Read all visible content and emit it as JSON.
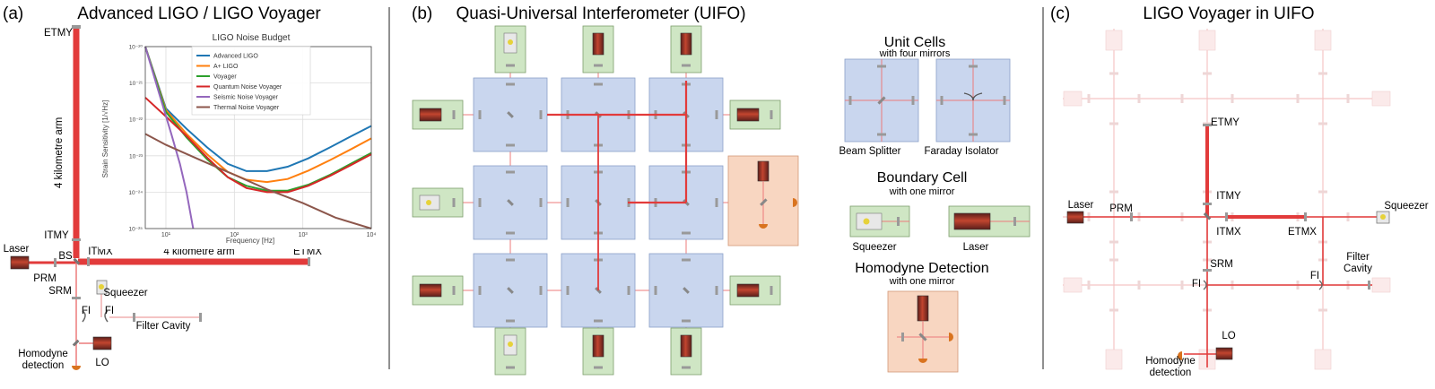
{
  "panel_a": {
    "letter": "(a)",
    "title": "Advanced LIGO / LIGO Voyager",
    "labels": {
      "etmy": "ETMY",
      "itmy": "ITMY",
      "itmx": "ITMX",
      "etmx": "ETMX",
      "laser": "Laser",
      "bs": "BS",
      "prm": "PRM",
      "srm": "SRM",
      "squeezer": "Squeezer",
      "fi1": "FI",
      "fi2": "FI",
      "filter_cavity": "Filter Cavity",
      "homodyne": "Homodyne\ndetection",
      "lo": "LO",
      "arm_y": "4 kilometre arm",
      "arm_x": "4 kilometre arm"
    }
  },
  "chart_data": {
    "type": "line",
    "title": "LIGO Noise Budget",
    "xlabel": "Frequency [Hz]",
    "ylabel": "Strain Sensitivity [1/√Hz]",
    "xscale": "log",
    "yscale": "log",
    "xlim": [
      5,
      10000
    ],
    "ylim": [
      1e-25,
      1e-20
    ],
    "x_ticks": [
      "10¹",
      "10²",
      "10³",
      "10⁴"
    ],
    "y_ticks": [
      "10⁻²⁰",
      "10⁻²¹",
      "10⁻²²",
      "10⁻²³",
      "10⁻²⁴",
      "10⁻²⁵"
    ],
    "grid": true,
    "legend": "top-right",
    "series": [
      {
        "name": "Advanced LIGO",
        "color": "#1f77b4",
        "x": [
          5,
          10,
          20,
          40,
          80,
          150,
          300,
          600,
          1200,
          2500,
          5000,
          10000
        ],
        "y": [
          1.5e-20,
          2e-22,
          5.5e-23,
          1.7e-23,
          6e-24,
          3.8e-24,
          3.8e-24,
          5e-24,
          8.5e-24,
          1.7e-23,
          3.4e-23,
          6.6e-23
        ]
      },
      {
        "name": "A+ LIGO",
        "color": "#ff7f0e",
        "x": [
          5,
          10,
          20,
          40,
          80,
          150,
          300,
          600,
          1200,
          2500,
          5000,
          10000
        ],
        "y": [
          1.3e-20,
          1.8e-22,
          4e-23,
          1.1e-23,
          3.6e-24,
          2.2e-24,
          1.9e-24,
          2.3e-24,
          3.9e-24,
          7.6e-24,
          1.5e-23,
          3e-23
        ]
      },
      {
        "name": "Voyager",
        "color": "#2ca02c",
        "x": [
          5,
          10,
          20,
          40,
          80,
          150,
          300,
          600,
          1200,
          2500,
          5000,
          10000
        ],
        "y": [
          1.3e-20,
          1.6e-22,
          3.2e-23,
          8e-24,
          2.6e-24,
          1.5e-24,
          1.1e-24,
          1.1e-24,
          1.6e-24,
          3e-24,
          6e-24,
          1.2e-23
        ]
      },
      {
        "name": "Quantum Noise Voyager",
        "color": "#d62728",
        "x": [
          5,
          10,
          20,
          40,
          80,
          150,
          300,
          600,
          1200,
          2500,
          5000,
          10000
        ],
        "y": [
          4e-22,
          1.2e-22,
          3.5e-23,
          9e-24,
          2.6e-24,
          1.3e-24,
          1e-24,
          1e-24,
          1.5e-24,
          2.8e-24,
          5.5e-24,
          1.1e-23
        ]
      },
      {
        "name": "Seismic Noise Voyager",
        "color": "#9467bd",
        "x": [
          5,
          8,
          12,
          16,
          20,
          25
        ],
        "y": [
          1e-20,
          5e-22,
          4e-23,
          6e-24,
          1e-24,
          1e-25
        ]
      },
      {
        "name": "Thermal Noise Voyager",
        "color": "#8c564b",
        "x": [
          5,
          10,
          30,
          100,
          300,
          1000,
          3000,
          10000
        ],
        "y": [
          4e-23,
          2e-23,
          8e-24,
          3e-24,
          1.2e-24,
          5e-25,
          2e-25,
          8e-26
        ]
      }
    ]
  },
  "panel_b": {
    "letter": "(b)",
    "title": "Quasi-Universal Interferometer (UIFO)",
    "unit_cells_title": "Unit Cells",
    "unit_cells_sub": "with four mirrors",
    "beam_splitter": "Beam Splitter",
    "faraday_isolator": "Faraday Isolator",
    "boundary_title": "Boundary Cell",
    "boundary_sub": "with one mirror",
    "squeezer": "Squeezer",
    "laser": "Laser",
    "homodyne_title": "Homodyne Detection",
    "homodyne_sub": "with one mirror"
  },
  "panel_c": {
    "letter": "(c)",
    "title": "LIGO Voyager in UIFO",
    "labels": {
      "etmy": "ETMY",
      "itmy": "ITMY",
      "laser": "Laser",
      "prm": "PRM",
      "squeezer": "Squeezer",
      "itmx": "ITMX",
      "etmx": "ETMX",
      "filter_cavity": "Filter\nCavity",
      "fi1": "FI",
      "srm": "SRM",
      "fi2": "FI",
      "lo": "LO",
      "homodyne": "Homodyne\ndetection"
    }
  },
  "colors": {
    "beam": "#e23b3b",
    "beam_faint": "#f3b4b4",
    "unit_cell": "#c9d6ee",
    "boundary_cell": "#cfe6c4",
    "homodyne_cell": "#f8d6c1"
  }
}
